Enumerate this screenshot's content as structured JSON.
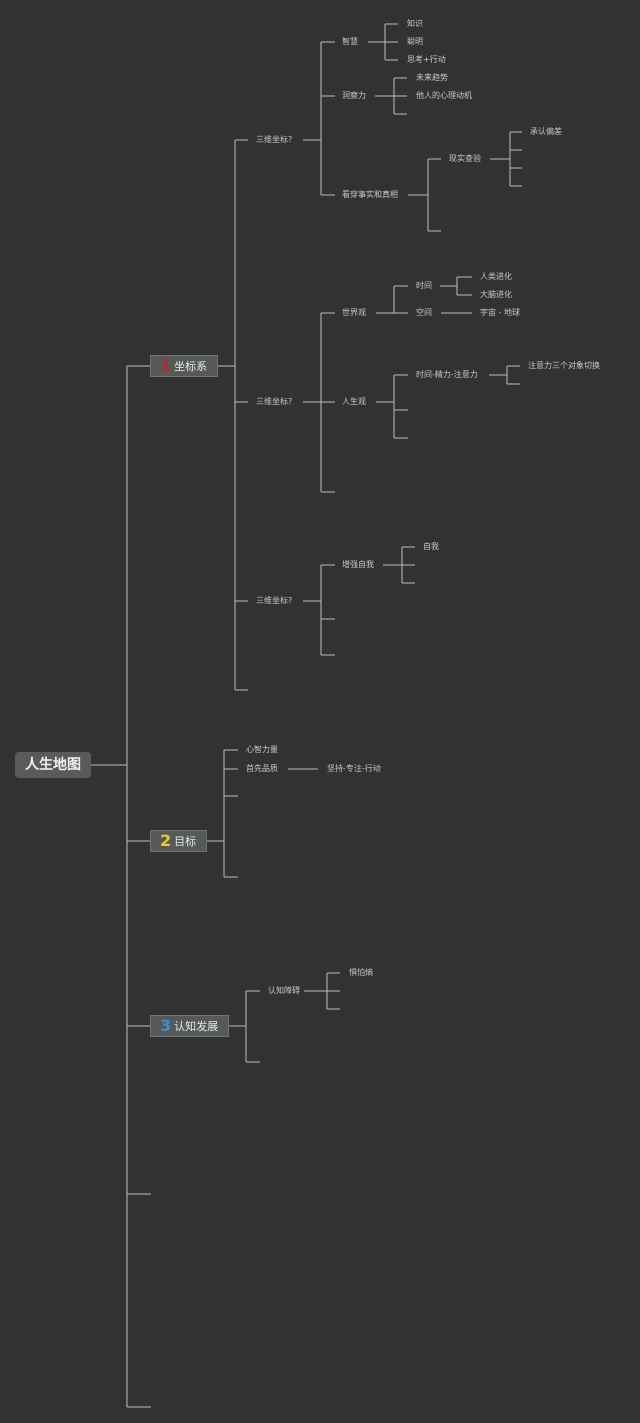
{
  "root": {
    "label": "人生地图"
  },
  "categories": [
    {
      "num": "1",
      "label": "坐标系",
      "num_color": "#b8262f"
    },
    {
      "num": "2",
      "label": "目标",
      "num_color": "#f2c23a"
    },
    {
      "num": "3",
      "label": "认知发展",
      "num_color": "#3a8fd0"
    }
  ],
  "nodes": {
    "coord1": "三维坐标?",
    "wisdom": "智慧",
    "knowledge": "知识",
    "smart": "聪明",
    "think_act": "思考+行动",
    "insight": "洞察力",
    "future_trend": "未来趋势",
    "others_mind": "他人的心理动机",
    "truth": "看穿事实和真相",
    "reality_check": "现实查验",
    "accept_deviation": "承认偏差",
    "world_view": "世界观",
    "time": "时间",
    "human_evolution": "人类进化",
    "brain_evolution": "大脑进化",
    "space": "空间",
    "universe_earth": "宇宙 - 地球",
    "life_view": "人生观",
    "time_energy_attention": "时间-精力-注意力",
    "attention_switch": "注意力三个对象切换",
    "coord2": "三维坐标?",
    "coord3": "三维坐标?",
    "strengthen_self": "增强自我",
    "self": "自我",
    "mental_power": "心智力量",
    "priority": "首先品质",
    "persist_focus_act": "坚持-专注-行动",
    "cognitive_barrier": "认知障碍",
    "fear": "惧怕熵"
  },
  "colors": {
    "background": "#323133",
    "line": "#bcbcbc",
    "text": "#c9c9c9"
  }
}
